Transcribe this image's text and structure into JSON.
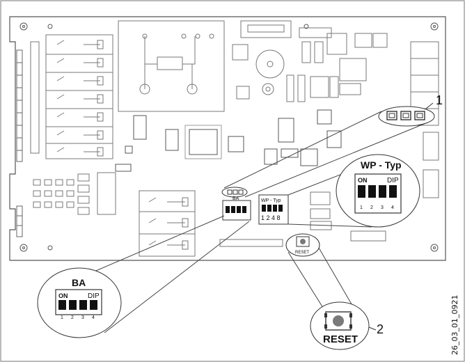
{
  "callouts": {
    "one": {
      "number": "1"
    },
    "two": {
      "number": "2"
    }
  },
  "wp_typ": {
    "title": "WP - Typ",
    "on_label": "ON",
    "dip_label": "DIP",
    "switch_numbers": [
      "1",
      "2",
      "3",
      "4"
    ],
    "board_title": "WP - Typ",
    "board_numbers": "1 2 4 8"
  },
  "ba": {
    "title": "BA",
    "on_label": "ON",
    "dip_label": "DIP",
    "switch_numbers": [
      "1",
      "2",
      "3",
      "4"
    ],
    "board_title": "BA"
  },
  "reset": {
    "label": "RESET",
    "board_label": "RESET"
  },
  "figure_code": "26_03_01_0921",
  "colors": {
    "line": "#333333",
    "light_line": "#888888",
    "board_fill": "#ffffff",
    "dip_fill": "#111111",
    "button_gray": "#7a7a7a"
  }
}
